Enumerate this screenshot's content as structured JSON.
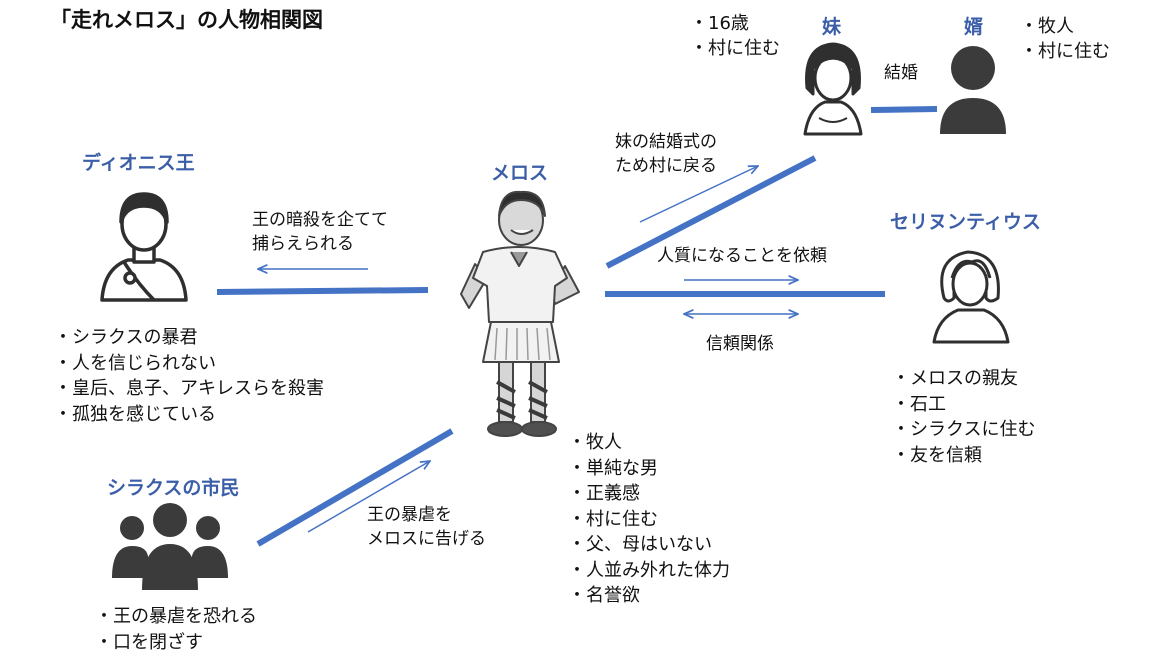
{
  "title": "「走れメロス」の人物相関図",
  "colors": {
    "line": "#4472c4",
    "name": "#3b5ea8",
    "icon": "#3b3b3b"
  },
  "characters": {
    "melos": {
      "name": "メロス",
      "traits": [
        "牧人",
        "単純な男",
        "正義感",
        "村に住む",
        "父、母はいない",
        "人並み外れた体力",
        "名誉欲"
      ]
    },
    "dionysius": {
      "name": "ディオニス王",
      "traits": [
        "シラクスの暴君",
        "人を信じられない",
        "皇后、息子、アキレスらを殺害",
        "孤独を感じている"
      ]
    },
    "selinuntius": {
      "name": "セリヌンティウス",
      "traits": [
        "メロスの親友",
        "石工",
        "シラクスに住む",
        "友を信頼"
      ]
    },
    "sister": {
      "name": "妹",
      "traits": [
        "16歳",
        "村に住む"
      ]
    },
    "groom": {
      "name": "婿",
      "traits": [
        "牧人",
        "村に住む"
      ]
    },
    "citizens": {
      "name": "シラクスの市民",
      "traits": [
        "王の暴虐を恐れる",
        "口を閉ざす"
      ]
    }
  },
  "relations": {
    "king": [
      "王の暗殺を企てて",
      "捕らえられる"
    ],
    "sister": [
      "妹の結婚式の",
      "ため村に戻る"
    ],
    "marriage": "結婚",
    "hostage": "人質になることを依頼",
    "trust": "信頼関係",
    "citizens": [
      "王の暴虐を",
      "メロスに告げる"
    ]
  }
}
